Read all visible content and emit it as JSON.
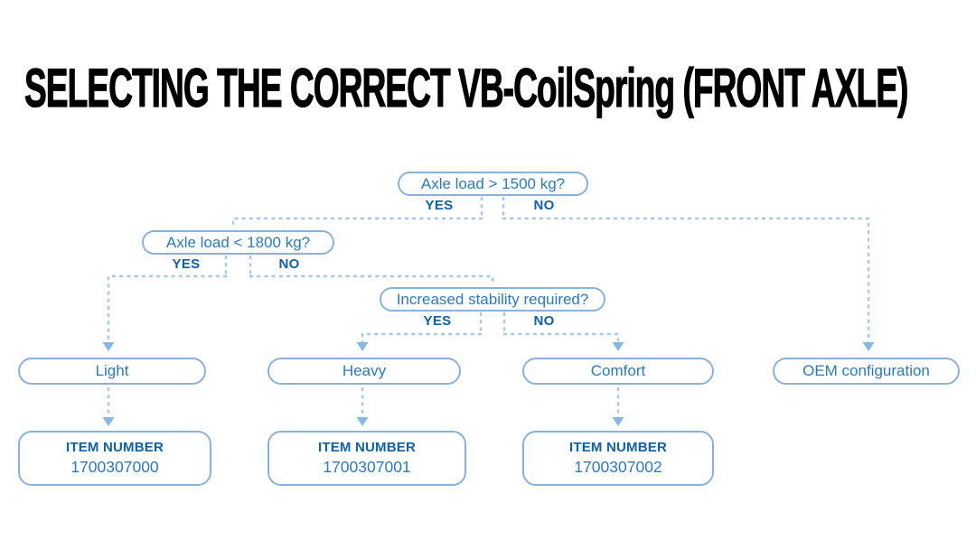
{
  "title": "SELECTING THE CORRECT VB-CoilSpring (FRONT AXLE)",
  "diagram": {
    "decisions": [
      {
        "question": "Axle load > 1500 kg?",
        "yes": "YES",
        "no": "NO"
      },
      {
        "question": "Axle load < 1800 kg?",
        "yes": "YES",
        "no": "NO"
      },
      {
        "question": "Increased stability required?",
        "yes": "YES",
        "no": "NO"
      }
    ],
    "outcomes": [
      {
        "label": "Light"
      },
      {
        "label": "Heavy"
      },
      {
        "label": "Comfort"
      },
      {
        "label": "OEM configuration"
      }
    ],
    "items": [
      {
        "label": "ITEM NUMBER",
        "number": "1700307000"
      },
      {
        "label": "ITEM NUMBER",
        "number": "1700307001"
      },
      {
        "label": "ITEM NUMBER",
        "number": "1700307002"
      }
    ]
  },
  "colors": {
    "title": "#000000",
    "border": "#8ab1dd",
    "qtext": "#2d79bd",
    "label": "#0e60a8",
    "dash": "#a6c7e8",
    "arrow": "#85b8e5"
  }
}
